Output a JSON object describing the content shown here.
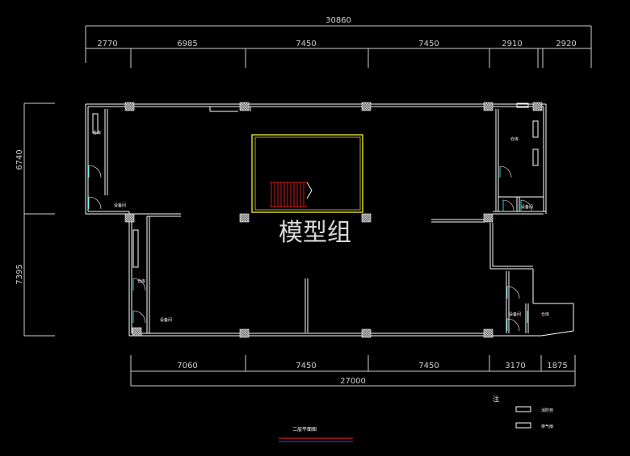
{
  "dimensions": {
    "top_total": "30860",
    "top_segments": [
      "2770",
      "6985",
      "7450",
      "7450",
      "2910",
      "2920"
    ],
    "left_segments": [
      "6740",
      "7395"
    ],
    "bottom_segments": [
      "7060",
      "7450",
      "7450",
      "3170",
      "1875"
    ],
    "bottom_total": "27000"
  },
  "rooms": {
    "left_upper": "仓库",
    "left_upper_lower": "设备间",
    "left_wing_1": "仓库",
    "left_wing_2": "设备间",
    "right_upper": "仓库",
    "right_upper_small": "设备间",
    "right_lower_small": "设备间",
    "right_lower": "仓库"
  },
  "watermark": "模型组",
  "caption": "二层平面图",
  "notes": {
    "title": "注",
    "legend": [
      "消防栓",
      "排气扇"
    ]
  },
  "colors": {
    "wall": "#ffffff",
    "stair_outline": "#d6d62a",
    "stair_treads": "#d21a1a",
    "door": "#19d6d6",
    "column_fill": "#9a9a9a",
    "caption_underline_red": "#d21a1a",
    "caption_underline_blue": "#2a3ad6"
  }
}
